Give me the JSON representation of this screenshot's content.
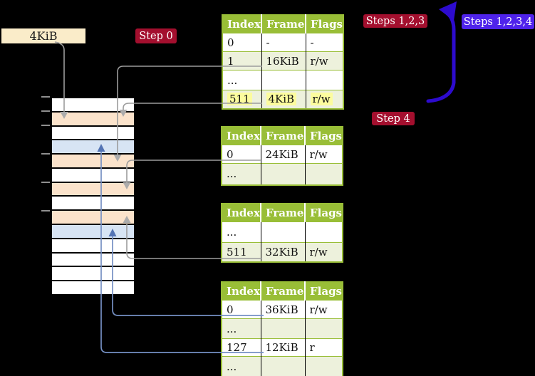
{
  "colors": {
    "bg": "#000000",
    "green": "#99BE37",
    "rowgreen": "#EDF1DC",
    "peach": "#FBE3CB",
    "cellblue": "#D7E4F4",
    "cream": "#FAECC9",
    "crimson": "#A30F2E",
    "violet": "#4F23EB",
    "bluearrow": "#2D0BCE",
    "grayline": "#9C9C9C",
    "steel": "#7590C4",
    "steelhead": "#5474B4",
    "hl": "#FCFC9E"
  },
  "page_size_label": "4KiB",
  "step_labels": {
    "step0": "Step 0",
    "steps123": "Steps 1,2,3",
    "steps1234": "Steps 1,2,3,4",
    "step4": "Step 4"
  },
  "memory_stack": {
    "cells": [
      "white",
      "peach",
      "white",
      "blue",
      "peach",
      "white",
      "peach",
      "white",
      "peach",
      "blue",
      "white",
      "white",
      "white",
      "white"
    ],
    "tick_ys": [
      135,
      155,
      175,
      215,
      255,
      295
    ]
  },
  "tables": [
    {
      "name": "page-table-level4",
      "headers": [
        "Index",
        "Frame",
        "Flags"
      ],
      "rows": [
        {
          "cells": [
            "0",
            "-",
            "-"
          ]
        },
        {
          "cells": [
            "1",
            "16KiB",
            "r/w"
          ]
        },
        {
          "cells": [
            "...",
            "",
            ""
          ]
        },
        {
          "cells": [
            "511",
            "4KiB",
            "r/w"
          ],
          "highlighted": true
        }
      ]
    },
    {
      "name": "page-table-level3",
      "headers": [
        "Index",
        "Frame",
        "Flags"
      ],
      "rows": [
        {
          "cells": [
            "0",
            "24KiB",
            "r/w"
          ]
        },
        {
          "cells": [
            "...",
            "",
            ""
          ]
        }
      ]
    },
    {
      "name": "page-table-level2",
      "headers": [
        "Index",
        "Frame",
        "Flags"
      ],
      "rows": [
        {
          "cells": [
            "...",
            "",
            ""
          ]
        },
        {
          "cells": [
            "511",
            "32KiB",
            "r/w"
          ]
        }
      ]
    },
    {
      "name": "page-table-level1",
      "headers": [
        "Index",
        "Frame",
        "Flags"
      ],
      "rows": [
        {
          "cells": [
            "0",
            "36KiB",
            "r/w"
          ]
        },
        {
          "cells": [
            "...",
            "",
            ""
          ]
        },
        {
          "cells": [
            "127",
            "12KiB",
            "r"
          ]
        },
        {
          "cells": [
            "...",
            "",
            ""
          ]
        }
      ]
    }
  ]
}
